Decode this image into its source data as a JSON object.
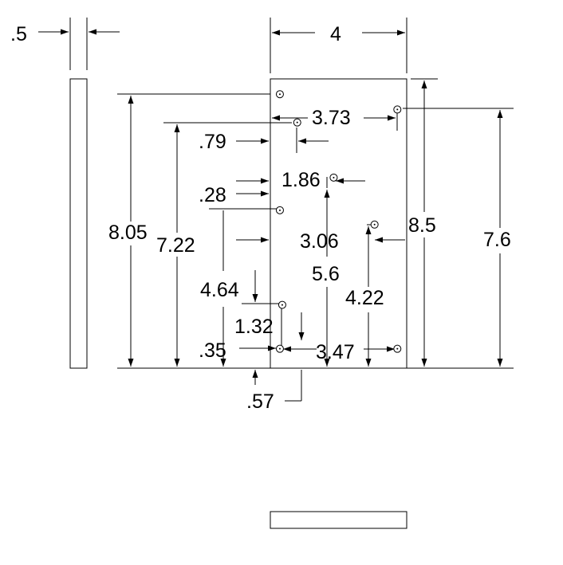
{
  "drawing": {
    "dimensions": {
      "thickness": ".5",
      "width": "4",
      "height": "8.5",
      "dim_8_05": "8.05",
      "dim_7_22": "7.22",
      "dim_3_73": "3.73",
      "dim_0_79": ".79",
      "dim_1_86": "1.86",
      "dim_0_28": ".28",
      "dim_3_06": "3.06",
      "dim_5_6": "5.6",
      "dim_4_64": "4.64",
      "dim_4_22": "4.22",
      "dim_1_32": "1.32",
      "dim_0_35": ".35",
      "dim_3_47": "3.47",
      "dim_0_57": ".57",
      "dim_7_6": "7.6"
    },
    "holes": [
      {
        "x_in": 0.28,
        "y_in": 8.05
      },
      {
        "x_in": 0.79,
        "y_in": 7.22
      },
      {
        "x_in": 3.73,
        "y_in": 7.6
      },
      {
        "x_in": 1.86,
        "y_in": 5.6
      },
      {
        "x_in": 0.28,
        "y_in": 4.64
      },
      {
        "x_in": 3.06,
        "y_in": 4.22
      },
      {
        "x_in": 0.35,
        "y_in": 1.86
      },
      {
        "x_in": 0.28,
        "y_in": 0.57
      },
      {
        "x_in": 3.73,
        "y_in": 0.57
      }
    ]
  }
}
